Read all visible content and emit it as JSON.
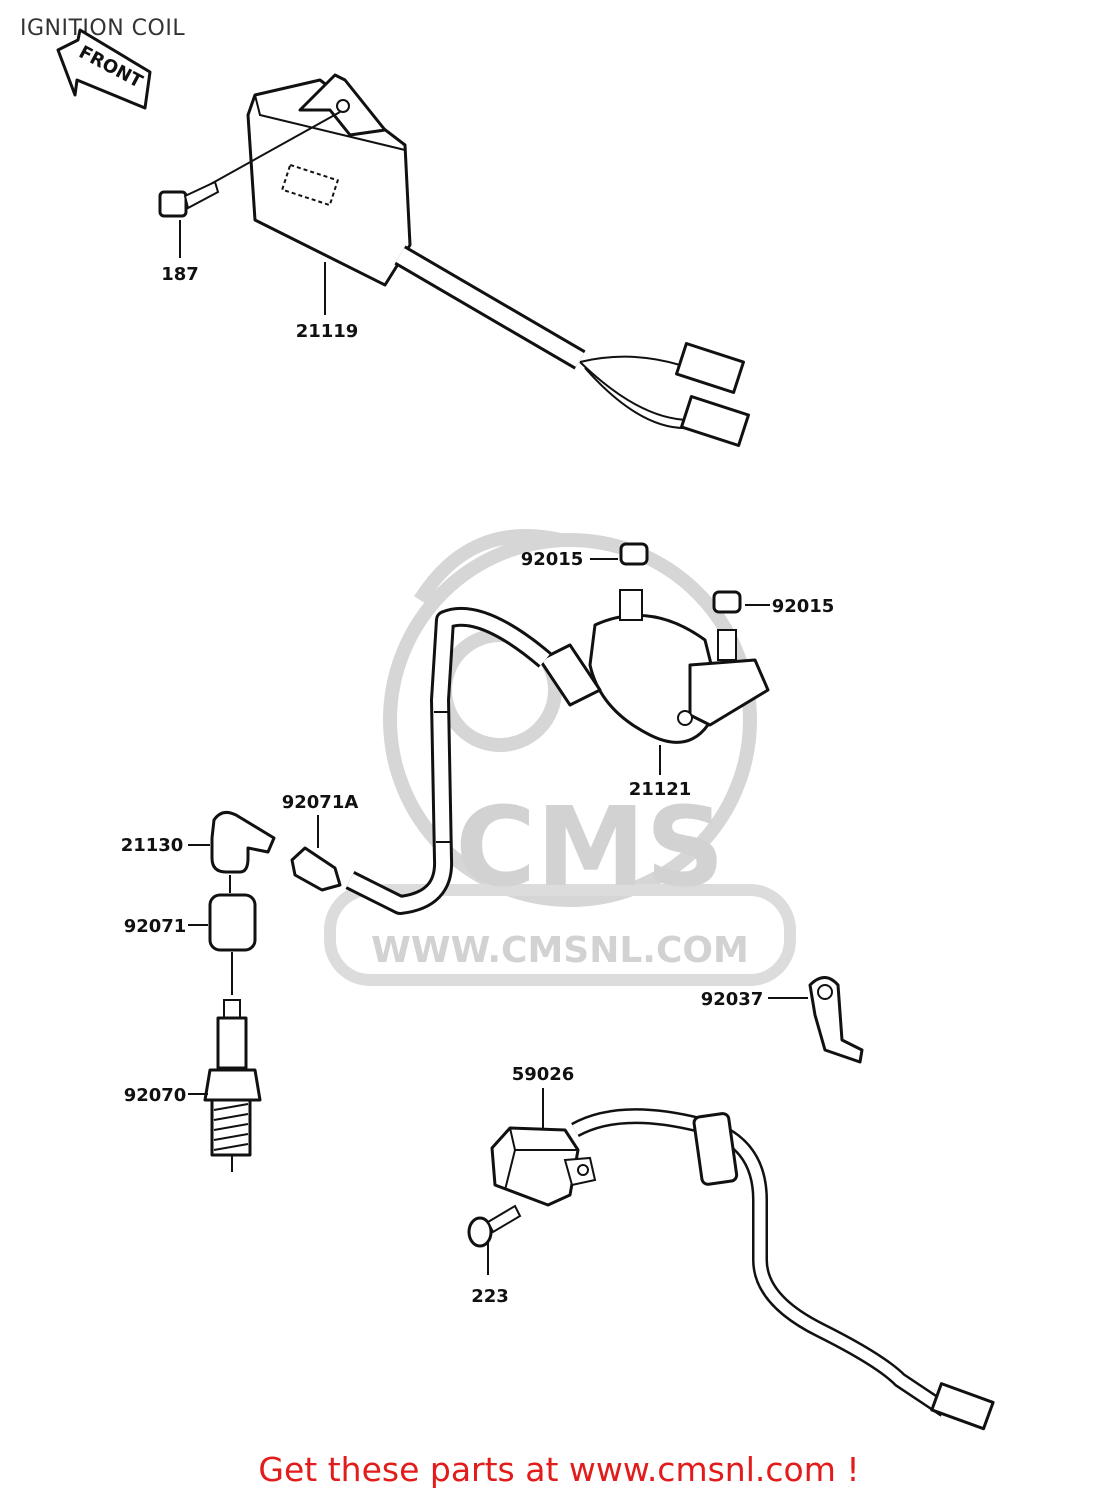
{
  "title": "IGNITION COIL",
  "front_arrow_label": "FRONT",
  "watermark": {
    "logo_text": "CMS",
    "url_text": "WWW.CMSNL.COM"
  },
  "parts": [
    {
      "number": "187"
    },
    {
      "number": "21119"
    },
    {
      "number": "92015"
    },
    {
      "number": "92015"
    },
    {
      "number": "21121"
    },
    {
      "number": "92071A"
    },
    {
      "number": "21130"
    },
    {
      "number": "92071"
    },
    {
      "number": "92070"
    },
    {
      "number": "92037"
    },
    {
      "number": "59026"
    },
    {
      "number": "223"
    }
  ],
  "footer": {
    "text": "Get these parts at www.cmsnl.com !",
    "color": "#e21b1b"
  }
}
